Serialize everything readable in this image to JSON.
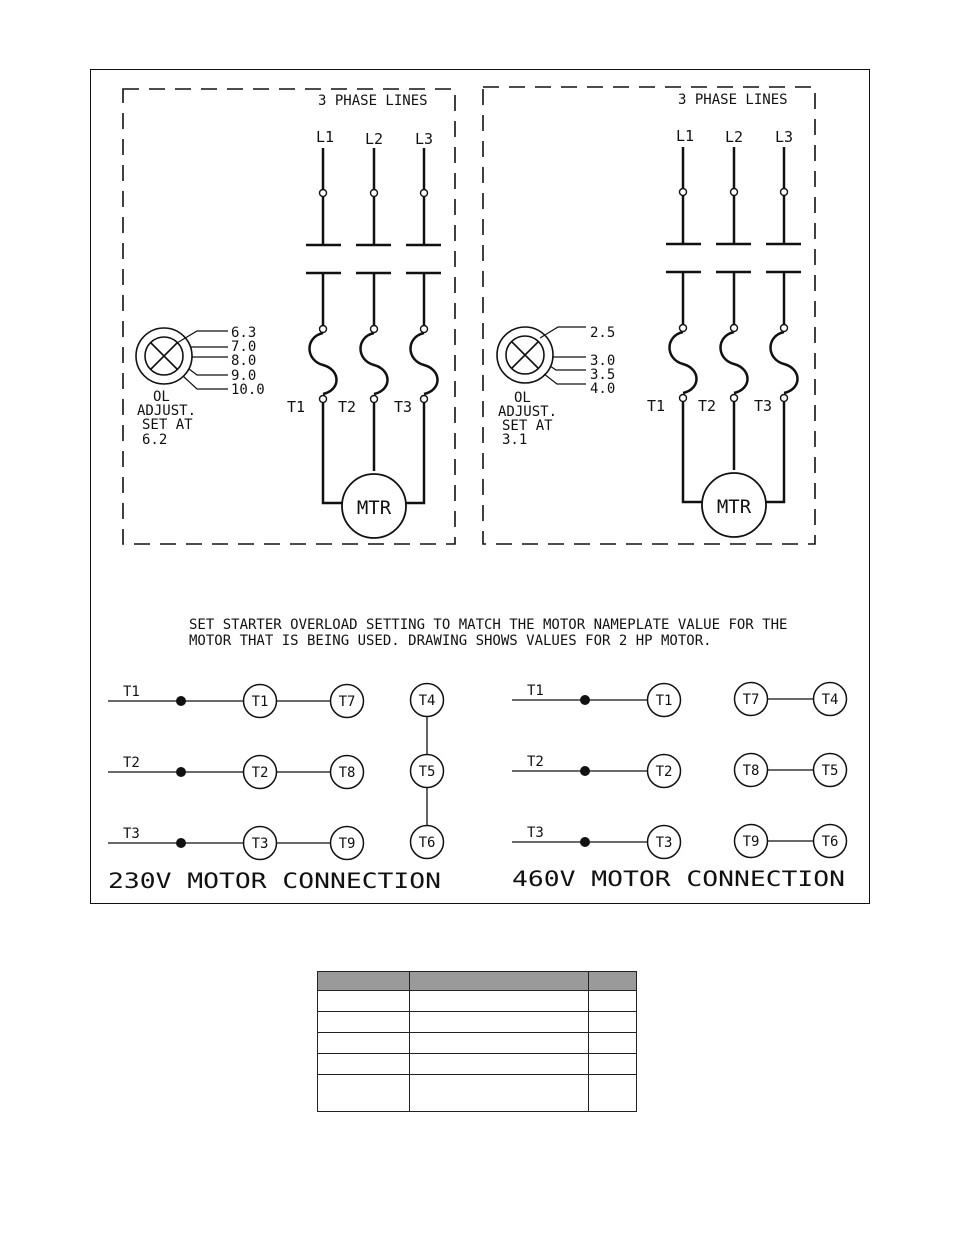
{
  "panels": [
    {
      "heading": "3 PHASE LINES",
      "lines": [
        "L1",
        "L2",
        "L3"
      ],
      "terminals": [
        "T1",
        "T2",
        "T3"
      ],
      "motor_label": "MTR",
      "ol_values": [
        "6.3",
        "7.0",
        "8.0",
        "9.0",
        "10.0"
      ],
      "ol_caption": [
        "OL",
        "ADJUST.",
        "SET AT",
        "6.2"
      ]
    },
    {
      "heading": "3 PHASE LINES",
      "lines": [
        "L1",
        "L2",
        "L3"
      ],
      "terminals": [
        "T1",
        "T2",
        "T3"
      ],
      "motor_label": "MTR",
      "ol_values": [
        "2.5",
        "3.0",
        "3.5",
        "4.0"
      ],
      "ol_caption": [
        "OL",
        "ADJUST.",
        "SET AT",
        "3.1"
      ]
    }
  ],
  "note": [
    "SET STARTER OVERLOAD SETTING TO MATCH THE MOTOR NAMEPLATE VALUE FOR THE",
    "MOTOR THAT IS BEING USED.  DRAWING SHOWS VALUES FOR 2 HP MOTOR."
  ],
  "connections": [
    {
      "title": "230V MOTOR CONNECTION",
      "leads": [
        "T1",
        "T2",
        "T3"
      ],
      "rows": [
        [
          "T1",
          "T7",
          "T4"
        ],
        [
          "T2",
          "T8",
          "T5"
        ],
        [
          "T3",
          "T9",
          "T6"
        ]
      ]
    },
    {
      "title": "460V MOTOR CONNECTION",
      "leads": [
        "T1",
        "T2",
        "T3"
      ],
      "rows": [
        [
          "T1",
          "T7",
          "T4"
        ],
        [
          "T2",
          "T8",
          "T5"
        ],
        [
          "T3",
          "T9",
          "T6"
        ]
      ]
    }
  ],
  "legend_table": {
    "header_cells": 3,
    "body_rows": 5
  }
}
